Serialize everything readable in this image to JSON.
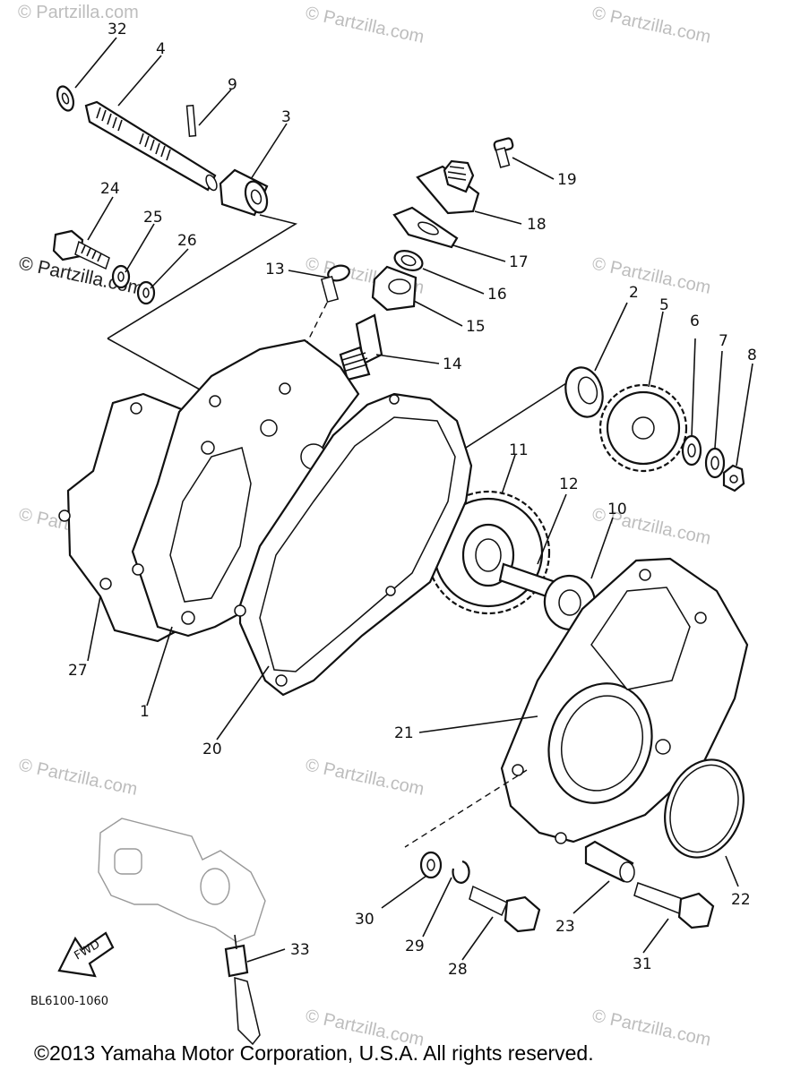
{
  "diagram": {
    "diagram_code": "BL6100-1060",
    "copyright": "©2013  Yamaha Motor Corporation, U.S.A. All rights reserved.",
    "fwd_label": "FWD",
    "watermark_text": "© Partzilla.com",
    "callouts": [
      {
        "id": "32",
        "label": "32"
      },
      {
        "id": "4",
        "label": "4"
      },
      {
        "id": "9",
        "label": "9"
      },
      {
        "id": "3",
        "label": "3"
      },
      {
        "id": "24",
        "label": "24"
      },
      {
        "id": "25",
        "label": "25"
      },
      {
        "id": "26",
        "label": "26"
      },
      {
        "id": "19",
        "label": "19"
      },
      {
        "id": "18",
        "label": "18"
      },
      {
        "id": "17",
        "label": "17"
      },
      {
        "id": "13",
        "label": "13"
      },
      {
        "id": "16",
        "label": "16"
      },
      {
        "id": "15",
        "label": "15"
      },
      {
        "id": "14",
        "label": "14"
      },
      {
        "id": "2",
        "label": "2"
      },
      {
        "id": "5",
        "label": "5"
      },
      {
        "id": "6",
        "label": "6"
      },
      {
        "id": "7",
        "label": "7"
      },
      {
        "id": "8",
        "label": "8"
      },
      {
        "id": "11",
        "label": "11"
      },
      {
        "id": "12",
        "label": "12"
      },
      {
        "id": "10",
        "label": "10"
      },
      {
        "id": "27",
        "label": "27"
      },
      {
        "id": "1",
        "label": "1"
      },
      {
        "id": "20",
        "label": "20"
      },
      {
        "id": "21",
        "label": "21"
      },
      {
        "id": "22",
        "label": "22"
      },
      {
        "id": "30",
        "label": "30"
      },
      {
        "id": "29",
        "label": "29"
      },
      {
        "id": "28",
        "label": "28"
      },
      {
        "id": "23",
        "label": "23"
      },
      {
        "id": "31",
        "label": "31"
      },
      {
        "id": "33",
        "label": "33"
      }
    ]
  }
}
